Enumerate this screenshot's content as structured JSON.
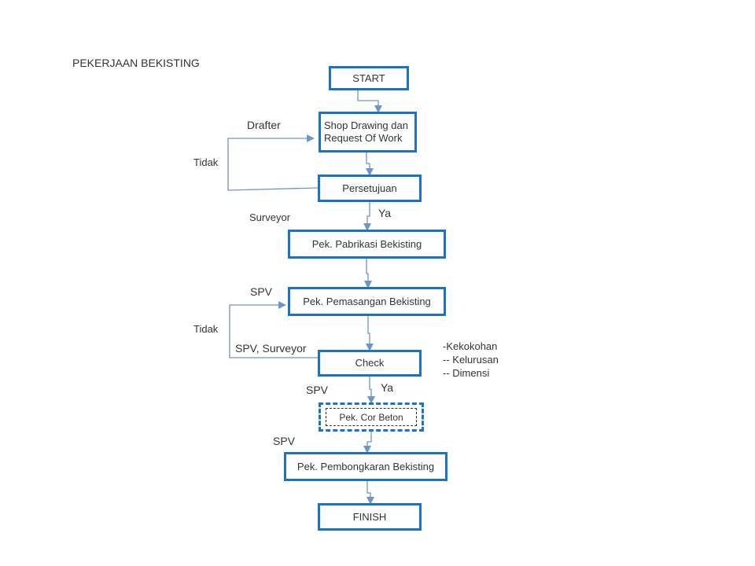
{
  "title": "PEKERJAAN BEKISTING",
  "steps": {
    "start": "START",
    "shop_drawing_line1": "Shop Drawing dan",
    "shop_drawing_line2": "Request Of Work",
    "persetujuan": "Persetujuan",
    "pabrikasi": "Pek. Pabrikasi Bekisting",
    "pemasangan": "Pek. Pemasangan Bekisting",
    "check": "Check",
    "cor_beton": "Pek. Cor Beton",
    "pembongkaran": "Pek. Pembongkaran Bekisting",
    "finish": "FINISH"
  },
  "roles": {
    "drafter": "Drafter",
    "surveyor": "Surveyor",
    "spv_pemasangan": "SPV",
    "spv_surveyor": "SPV, Surveyor",
    "spv_cor": "SPV",
    "spv_pembongkaran": "SPV"
  },
  "decisions": {
    "tidak_1": "Tidak",
    "ya_1": "Ya",
    "tidak_2": "Tidak",
    "ya_2": "Ya"
  },
  "check_criteria": [
    "-Kekokohan",
    "-- Kelurusan",
    "-- Dimensi"
  ],
  "colors": {
    "box_border": "#1a73c7",
    "connector": "#6f95c4"
  }
}
